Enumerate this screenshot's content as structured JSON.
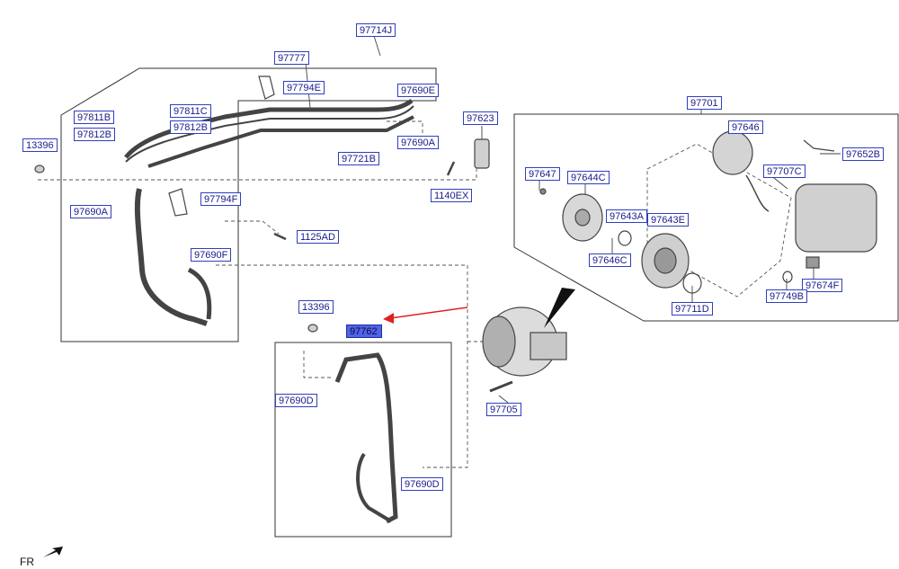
{
  "colors": {
    "label_border": "#2f3fbf",
    "label_text": "#1a1a8c",
    "selected_fill": "#4f63e6",
    "arrow": "#e02020",
    "line": "#333333"
  },
  "selected_part": "97762",
  "orientation_mark": {
    "text": "FR",
    "icon": "arrow-icon"
  },
  "labels": {
    "p97714J": "97714J",
    "p97777": "97777",
    "p97794E": "97794E",
    "p97690E": "97690E",
    "p97811B": "97811B",
    "p97811C": "97811C",
    "p97812B_a": "97812B",
    "p97812B_b": "97812B",
    "p13396_a": "13396",
    "p97623": "97623",
    "p97690A_r": "97690A",
    "p97721B": "97721B",
    "p1140EX": "1140EX",
    "p97794F": "97794F",
    "p97690A_l": "97690A",
    "p1125AD": "1125AD",
    "p97690F": "97690F",
    "p13396_b": "13396",
    "p97762": "97762",
    "p97690D_a": "97690D",
    "p97690D_b": "97690D",
    "p97705": "97705",
    "p97701": "97701",
    "p97646": "97646",
    "p97652B": "97652B",
    "p97647": "97647",
    "p97644C": "97644C",
    "p97707C": "97707C",
    "p97643A": "97643A",
    "p97643E": "97643E",
    "p97646C": "97646C",
    "p97674F": "97674F",
    "p97749B": "97749B",
    "p97711D": "97711D"
  }
}
